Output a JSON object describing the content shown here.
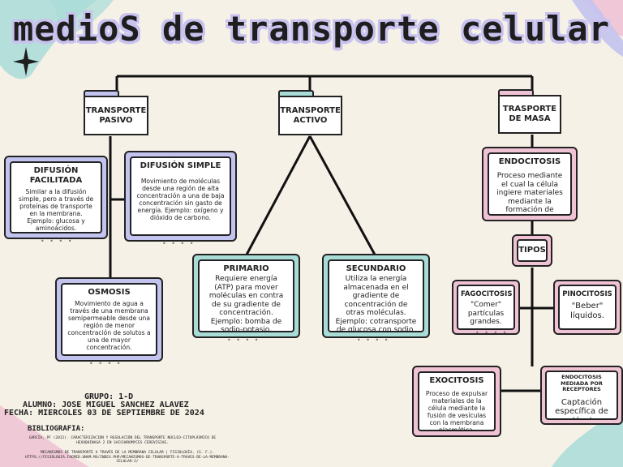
{
  "title": "medioS de transporte celular",
  "colors": {
    "purple": "#c3c3ef",
    "teal": "#a9dcd7",
    "pink": "#efc2d4",
    "background": "#f6f1e7"
  },
  "categories": {
    "pasivo": "TRANSPORTE\nPASIVO",
    "activo": "TRANSPORTE\nACTIVO",
    "masa": "TRASPORTE\nDE MASA"
  },
  "cards": {
    "difusion_facilitada": {
      "title": "DIFUSIÓN\nFACILITADA",
      "body": "Similar a la difusión simple, pero a través de proteínas de transporte en la membrana. Ejemplo: glucosa y aminoácidos."
    },
    "difusion_simple": {
      "title": "DIFUSIÓN SIMPLE",
      "body": "Movimiento de moléculas desde una región de alta concentración a una de baja concentración sin gasto de energía. Ejemplo: oxígeno y dióxido de carbono."
    },
    "osmosis": {
      "title": "OSMOSIS",
      "body": "Movimiento de agua a través de una membrana semipermeable desde una región de menor concentración de solutos a una de mayor concentración."
    },
    "primario": {
      "title": "PRIMARIO",
      "body": "Requiere energía (ATP) para mover moléculas en contra de su gradiente de concentración. Ejemplo: bomba de sodio-potasio."
    },
    "secundario": {
      "title": "SECUNDARIO",
      "body": "Utiliza la energía almacenada en el gradiente de concentración de otras moléculas. Ejemplo: cotransporte de glucosa con sodio."
    },
    "endocitosis": {
      "title": "ENDOCITOSIS",
      "body": "Proceso mediante el cual la célula ingiere materiales mediante la formación de vesículas."
    },
    "tipos": {
      "title": "TIPOS"
    },
    "fagocitosis": {
      "title": "FAGOCITOSIS",
      "body": "\"Comer\" partículas grandes."
    },
    "pinocitosis": {
      "title": "PINOCITOSIS",
      "body": "\"Beber\" líquidos."
    },
    "exocitosis": {
      "title": "EXOCITOSIS",
      "body": "Proceso de expulsar materiales de la célula mediante la fusión de vesículas con la membrana plasmática."
    },
    "receptores": {
      "title": "ENDOCITOSIS MEDIADA POR RECEPTORES",
      "body": "Captación específica de moléculas."
    }
  },
  "info": {
    "grupo": "GRUPO: 1-D",
    "alumno": "ALUMNO: JOSE MIGUEL SANCHEZ ALAVEZ",
    "fecha": "FECHA: MIERCOLES 03 DE SEPTIEMBRE  DE 2024",
    "bibliografia": "BIBLIOGRAFIA:",
    "ref1": "GARCÍA, PF (2012). CARACTERIZACIÓN Y REGULACIÓN DEL TRANSPORTE NÚCLEO-CITOPLÁSMICO DE HEXOQUINASA 2 EN SACCHAROMYCES CEREVISIAE.",
    "ref2": "MECANISMOS DE TRANSPORTE A TRAVÉS DE LA MEMBRANA CELULAR | FISIOLOGÍA. (S. F.). HTTPS://FISIOLOGIA.FACMED.UNAM.MX/INDEX.PHP/MECANISMOS-DE-TRANSPORTE-A-TRAVES-DE-LA-MEMBRANA-CELULAR-2/"
  }
}
